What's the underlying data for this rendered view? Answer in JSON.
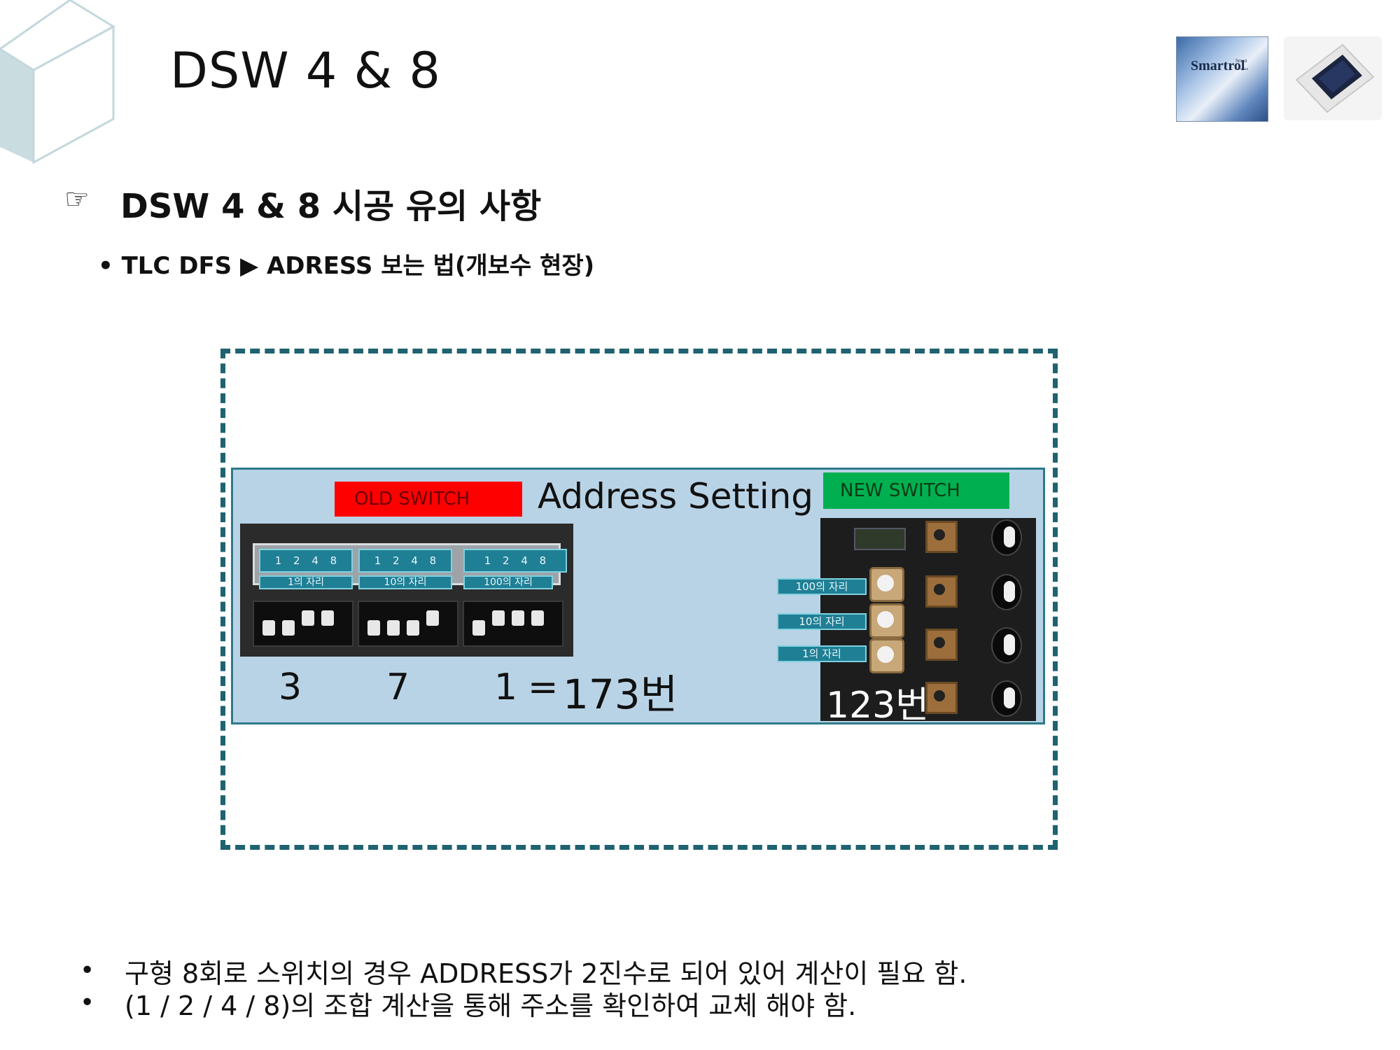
{
  "slide": {
    "title": "DSW 4 & 8",
    "heading_icon": "☞",
    "heading": "DSW 4 & 8 시공 유의 사항",
    "sub_heading": "• TLC DFS ▶ ADRESS 보는 법(개보수 현장)"
  },
  "logos": {
    "brand_text": "Smartrol",
    "brand_sub": "Smart",
    "brand_sub2": "for space"
  },
  "figure": {
    "old_switch_label": "OLD SWITCH",
    "title": "Address Setting",
    "new_switch_label": "NEW SWITCH",
    "old_banks": [
      {
        "bits": "1 2 4 8",
        "place": "1의 자리",
        "value": "3"
      },
      {
        "bits": "1 2 4 8",
        "place": "10의 자리",
        "value": "7"
      },
      {
        "bits": "1 2 4 8",
        "place": "100의 자리",
        "value": "1"
      }
    ],
    "equals": "=",
    "old_result": "173번",
    "new_labels": [
      "100의 자리",
      "10의 자리",
      "1의 자리"
    ],
    "new_result": "123번"
  },
  "bullets": [
    "구형 8회로 스위치의 경우 ADDRESS가 2진수로 되어 있어 계산이 필요 함.",
    "(1 / 2 / 4 / 8)의 조합 계산을 통해 주소를 확인하여 교체 해야 함."
  ],
  "colors": {
    "old_label_bg": "#ff0000",
    "new_label_bg": "#00b050",
    "panel_bg": "#b9d3e6",
    "frame": "#1f6270",
    "tag_bg": "#1f7f95"
  }
}
